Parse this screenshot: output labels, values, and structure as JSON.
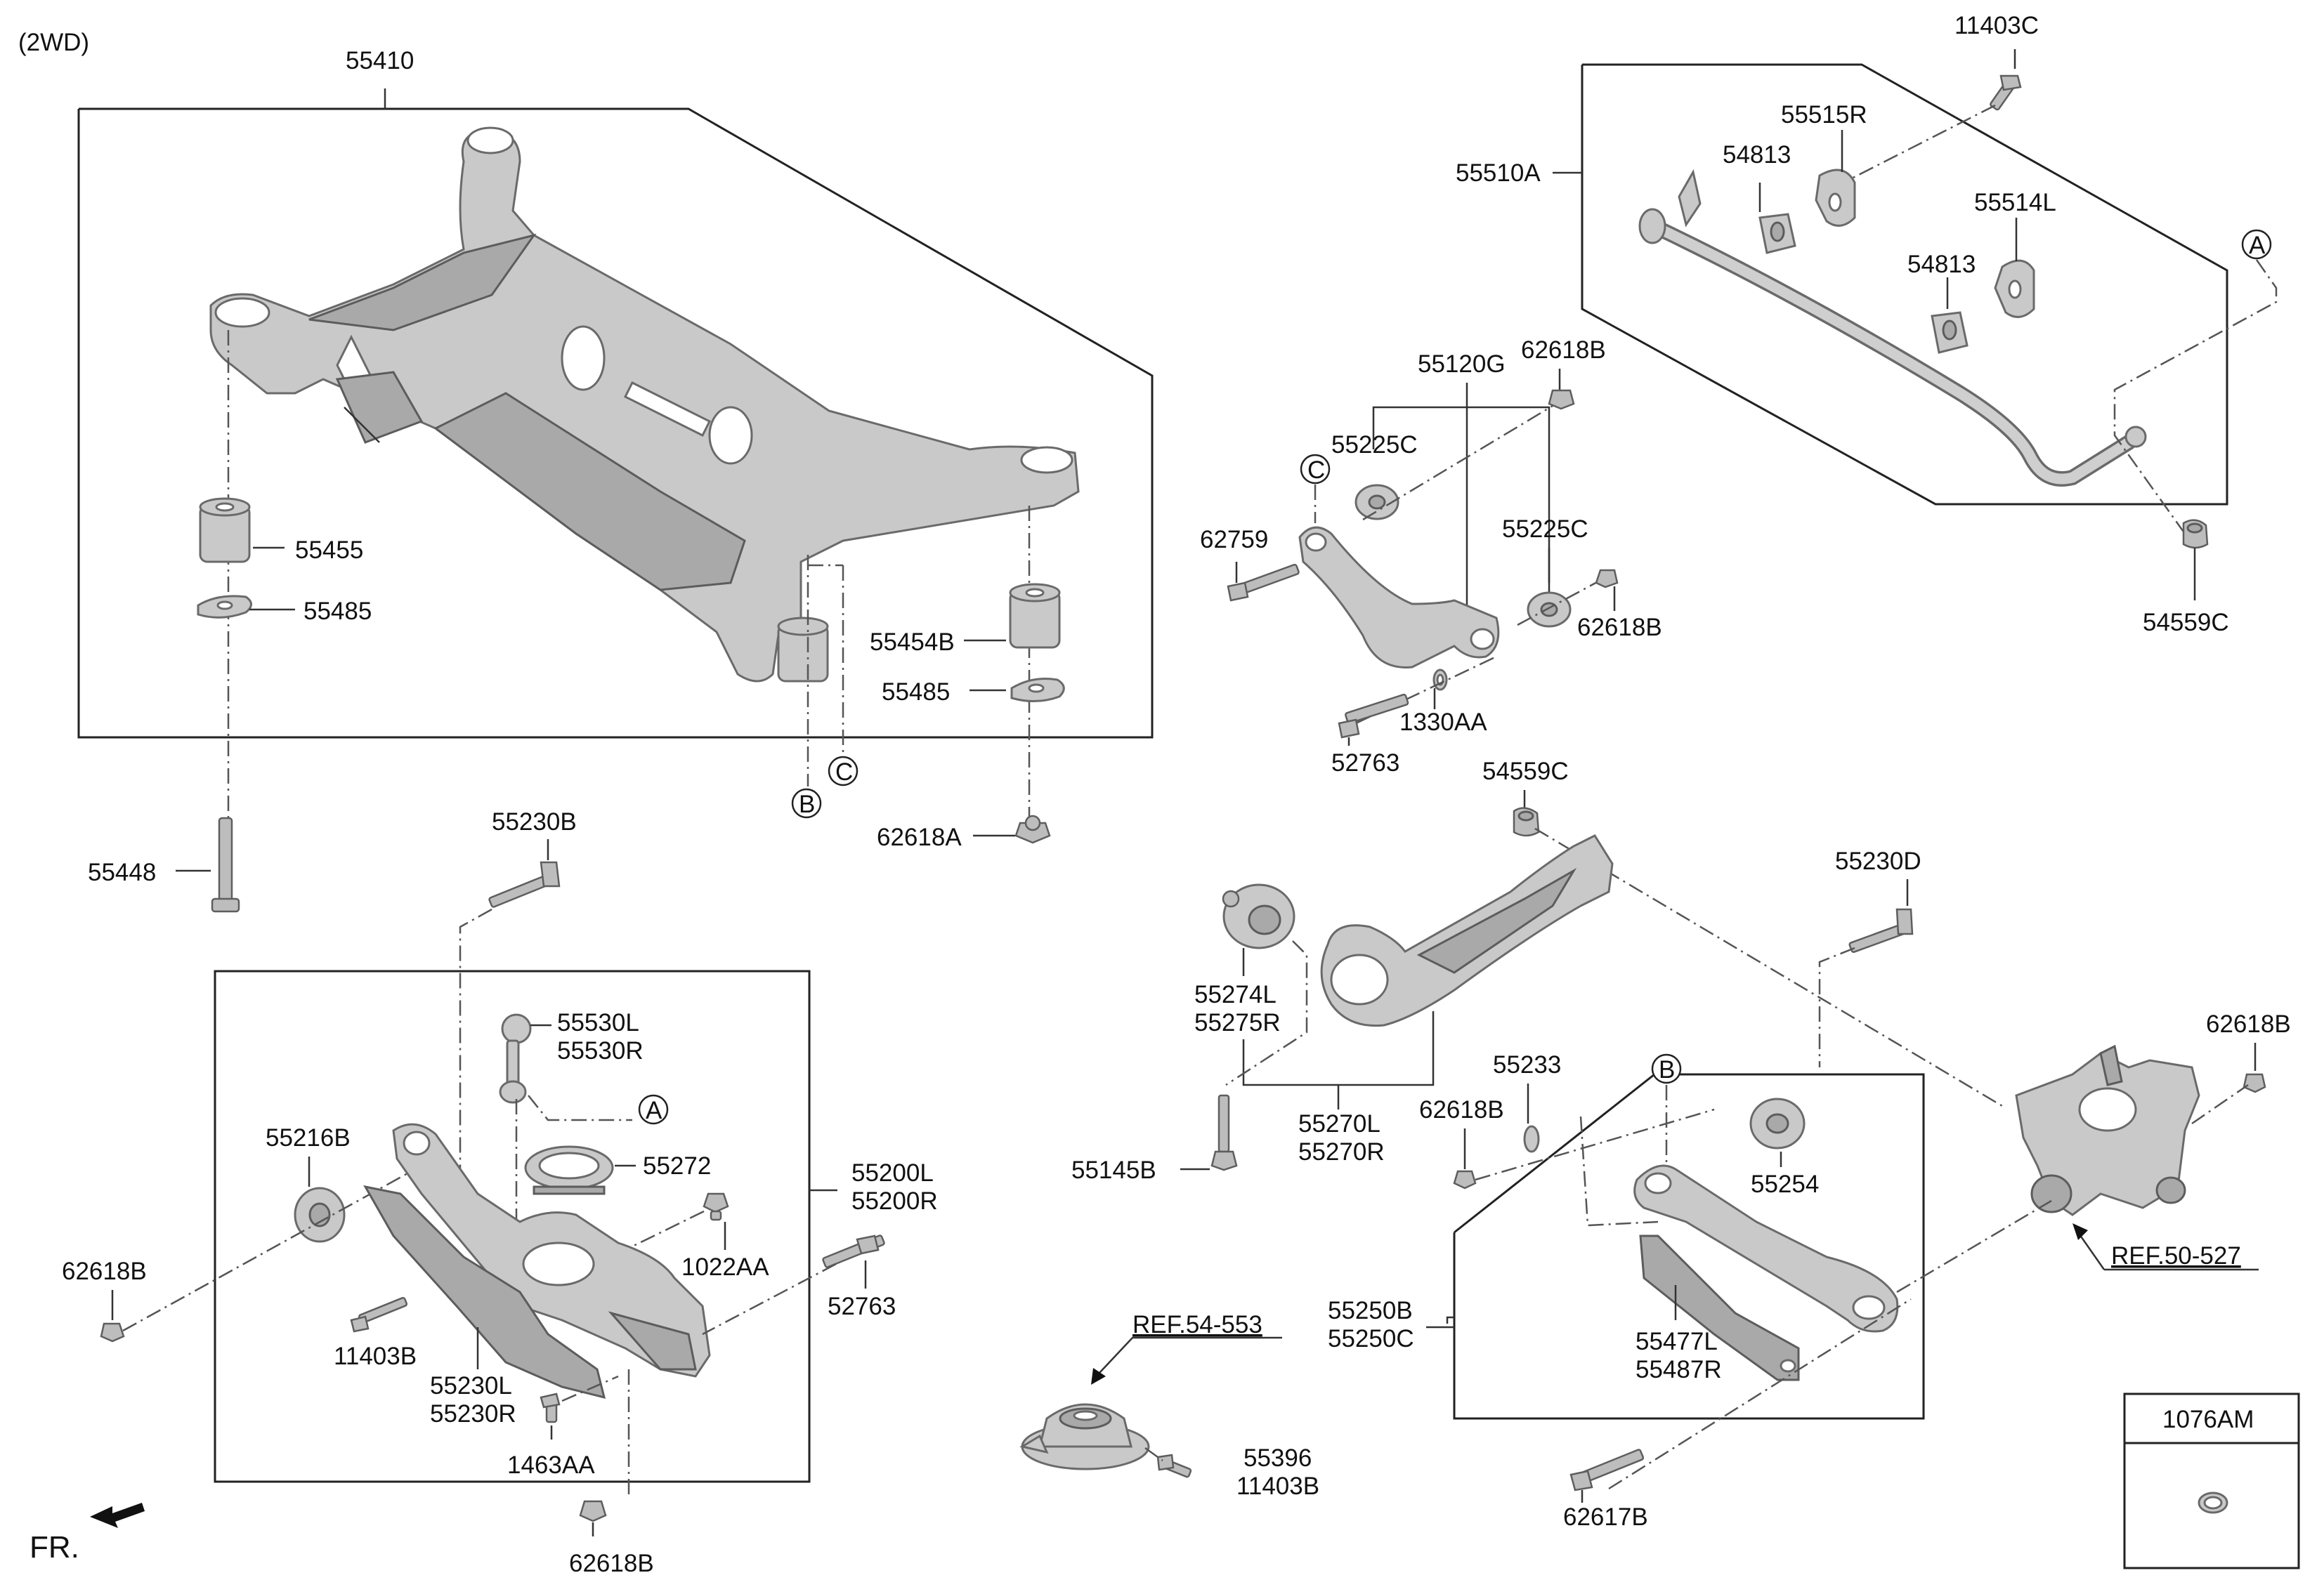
{
  "header": {
    "variant": "(2WD)"
  },
  "footer": {
    "front_label": "FR."
  },
  "labels": {
    "l55410": "55410",
    "l55455": "55455",
    "l55485a": "55485",
    "l55454B": "55454B",
    "l55485b": "55485",
    "l62618A": "62618A",
    "l55448": "55448",
    "l11403C": "11403C",
    "l55515R": "55515R",
    "l55510A": "55510A",
    "l54813a": "54813",
    "l55514L": "55514L",
    "l54813b": "54813",
    "l54559Ca": "54559C",
    "l55120G": "55120G",
    "l62618Ba": "62618B",
    "l55225Ca": "55225C",
    "l62759": "62759",
    "l55225Cb": "55225C",
    "l62618Bb": "62618B",
    "l1330AA": "1330AA",
    "l52763a": "52763",
    "l54559Cb": "54559C",
    "l55230D": "55230D",
    "l55274L": "55274L",
    "l55275R": "55275R",
    "l55270L": "55270L",
    "l55270R": "55270R",
    "l55145B": "55145B",
    "l55233": "55233",
    "l62618Bc": "62618B",
    "l62618Bd": "62618B",
    "l55254": "55254",
    "l55250B": "55250B",
    "l55250C": "55250C",
    "l55477L": "55477L",
    "l55487R": "55487R",
    "l62617B": "62617B",
    "l55230B": "55230B",
    "l55530L": "55530L",
    "l55530R": "55530R",
    "l55216B": "55216B",
    "l55272": "55272",
    "l55200L": "55200L",
    "l55200R": "55200R",
    "l1022AA": "1022AA",
    "l62618Be": "62618B",
    "l52763b": "52763",
    "l11403Ba": "11403B",
    "l55230L": "55230L",
    "l55230R": "55230R",
    "l1463AA": "1463AA",
    "l62618Bf": "62618B",
    "l55396": "55396",
    "l11403Bb": "11403B",
    "l1076AM": "1076AM"
  },
  "references": {
    "ref_54_553": "REF.54-553",
    "ref_50_527": "REF.50-527"
  },
  "markers": {
    "a1": "A",
    "a2": "A",
    "b1": "B",
    "b2": "B",
    "c1": "C",
    "c2": "C"
  }
}
